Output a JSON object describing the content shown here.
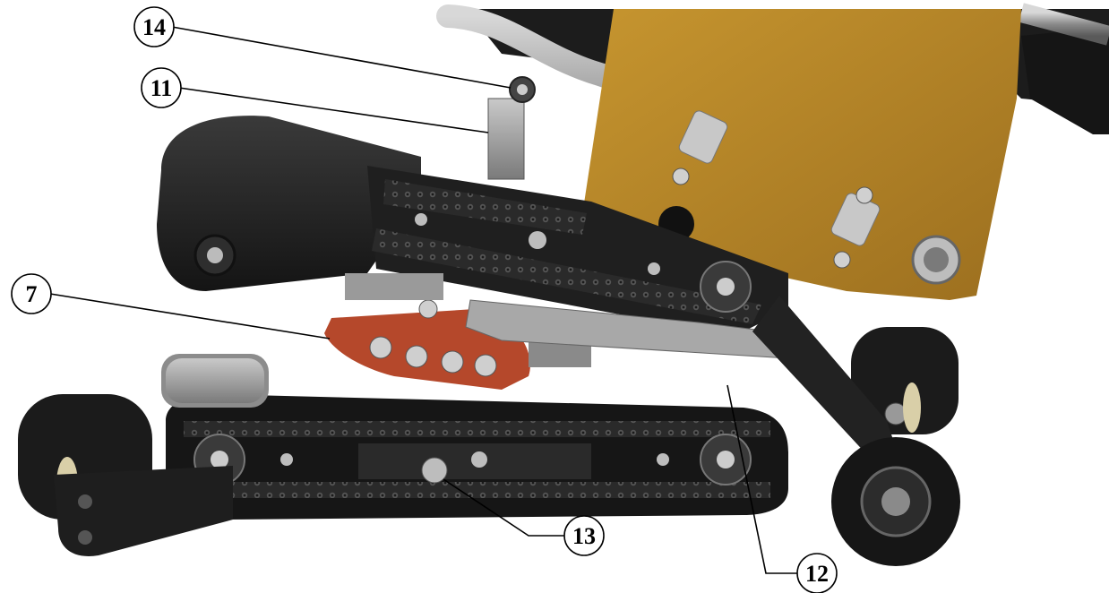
{
  "callouts": [
    {
      "id": "14",
      "label": "14"
    },
    {
      "id": "11",
      "label": "11"
    },
    {
      "id": "7",
      "label": "7"
    },
    {
      "id": "13",
      "label": "13"
    },
    {
      "id": "12",
      "label": "12"
    }
  ],
  "colors": {
    "housing_yellow": "#B8862A",
    "chain_dark": "#2B2B2B",
    "frame_black": "#1E1E1E",
    "steel_gray": "#9A9A9A",
    "shoe_orange": "#B5482B",
    "wheel_tan": "#D9CFA8"
  }
}
